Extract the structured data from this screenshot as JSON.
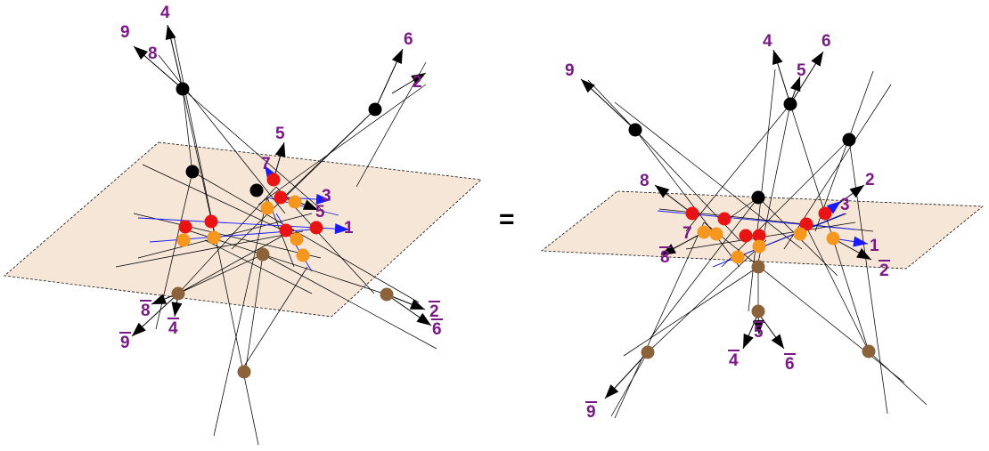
{
  "equals_sign": "=",
  "colors": {
    "plane_fill": "#f5e6d8",
    "plane_edge": "#111111",
    "line": "#000000",
    "blue_line": "#1a1aff",
    "label": "#7a1a86",
    "dot_black": "#000000",
    "dot_red": "#e81414",
    "dot_orange": "#f5961e",
    "dot_brown": "#8b6239",
    "arrow_black": "#000000",
    "arrow_blue": "#1a1aff"
  },
  "left_diagram": {
    "labels": [
      {
        "id": "l4",
        "text": "4",
        "bar": false
      },
      {
        "id": "l9",
        "text": "9",
        "bar": false
      },
      {
        "id": "l8",
        "text": "8",
        "bar": false
      },
      {
        "id": "l6",
        "text": "6",
        "bar": false
      },
      {
        "id": "l2",
        "text": "2",
        "bar": false
      },
      {
        "id": "l5",
        "text": "5",
        "bar": false
      },
      {
        "id": "l7",
        "text": "7",
        "bar": false
      },
      {
        "id": "l3",
        "text": "3",
        "bar": false
      },
      {
        "id": "l5b",
        "text": "5",
        "bar": false
      },
      {
        "id": "l1",
        "text": "1",
        "bar": false
      },
      {
        "id": "l8bar",
        "text": "8",
        "bar": true
      },
      {
        "id": "l4bar",
        "text": "4",
        "bar": true
      },
      {
        "id": "l9bar",
        "text": "9",
        "bar": true
      },
      {
        "id": "l2bar",
        "text": "2",
        "bar": true
      },
      {
        "id": "l6bar",
        "text": "6",
        "bar": true
      }
    ]
  },
  "right_diagram": {
    "labels": [
      {
        "id": "r4",
        "text": "4",
        "bar": false
      },
      {
        "id": "r6",
        "text": "6",
        "bar": false
      },
      {
        "id": "r5",
        "text": "5",
        "bar": false
      },
      {
        "id": "r9",
        "text": "9",
        "bar": false
      },
      {
        "id": "r2",
        "text": "2",
        "bar": false
      },
      {
        "id": "r3",
        "text": "3",
        "bar": false
      },
      {
        "id": "r8",
        "text": "8",
        "bar": false
      },
      {
        "id": "r7",
        "text": "7",
        "bar": false
      },
      {
        "id": "r8bar",
        "text": "8",
        "bar": true
      },
      {
        "id": "r1",
        "text": "1",
        "bar": false
      },
      {
        "id": "r2bar",
        "text": "2",
        "bar": true
      },
      {
        "id": "r5bar",
        "text": "5",
        "bar": true
      },
      {
        "id": "r4bar",
        "text": "4",
        "bar": true
      },
      {
        "id": "r6bar",
        "text": "6",
        "bar": true
      },
      {
        "id": "r9bar",
        "text": "9",
        "bar": true
      }
    ]
  }
}
